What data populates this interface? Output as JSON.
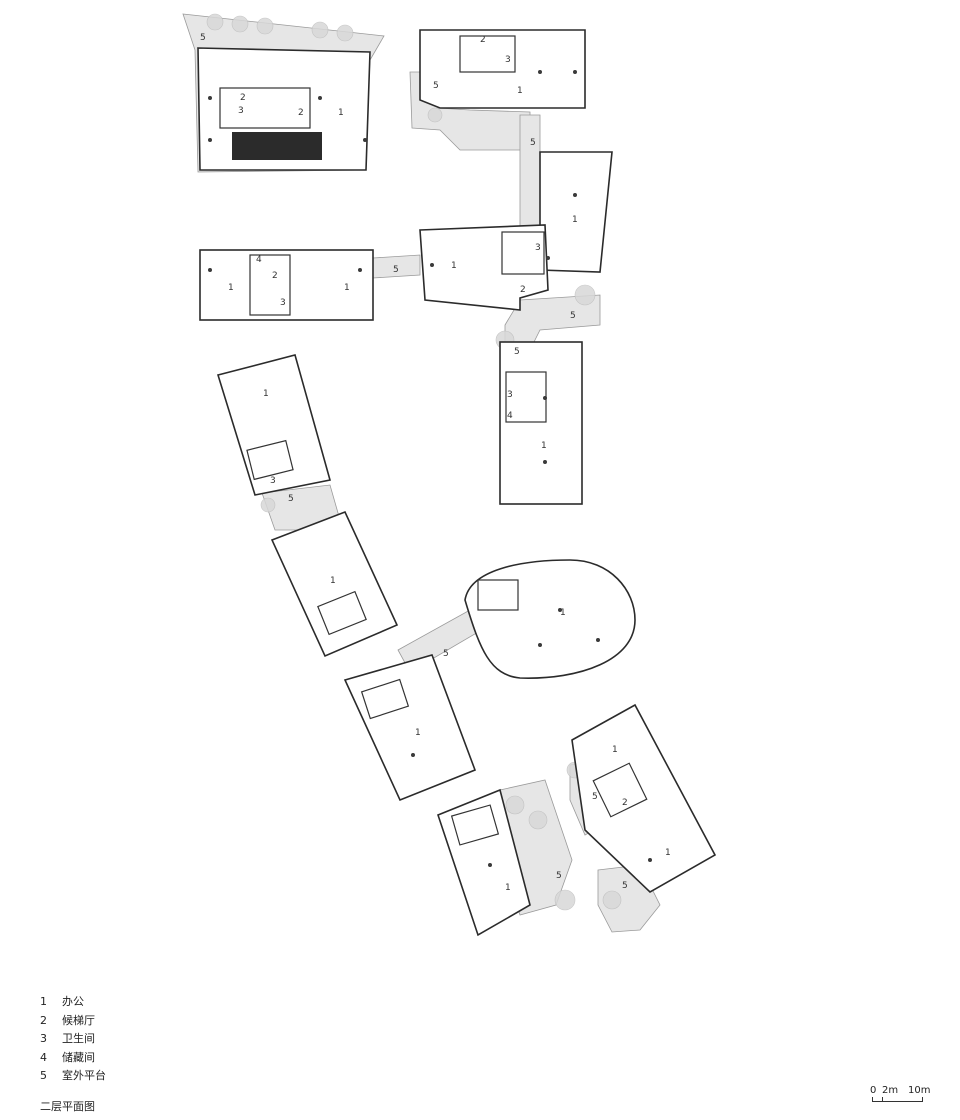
{
  "legend": [
    {
      "num": "1",
      "label": "办公"
    },
    {
      "num": "2",
      "label": "候梯厅"
    },
    {
      "num": "3",
      "label": "卫生间"
    },
    {
      "num": "4",
      "label": "储藏间"
    },
    {
      "num": "5",
      "label": "室外平台"
    }
  ],
  "drawing_title": "二层平面图",
  "scale": {
    "zero": "0",
    "mid": "2m",
    "end": "10m"
  },
  "room_labels": {
    "office": "1",
    "elevator_lobby": "2",
    "toilet": "3",
    "storage": "4",
    "terrace": "5"
  }
}
